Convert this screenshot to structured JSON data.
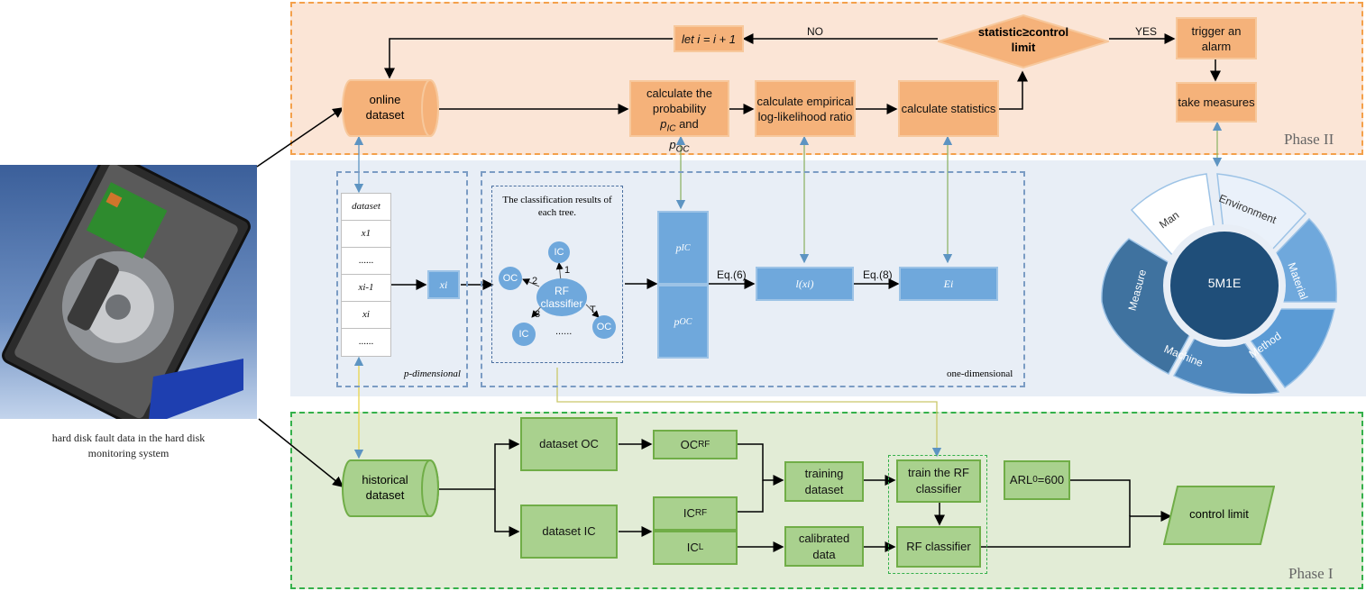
{
  "caption": "hard disk fault data in the hard disk monitoring system",
  "phase2": {
    "label": "Phase II",
    "let_i": "let i = i + 1",
    "no": "NO",
    "yes": "YES",
    "decision": "statistic≥control limit",
    "alarm": "trigger an alarm",
    "measures": "take measures",
    "online": "online dataset",
    "prob": "calculate the probability",
    "prob_and": "and",
    "p_ic": "p",
    "p_ic_sub": "IC",
    "p_oc": "p",
    "p_oc_sub": "OC",
    "llr": "calculate empirical log-likelihood ratio",
    "stats": "calculate statistics"
  },
  "middle": {
    "column": [
      "dataset",
      "x1",
      "......",
      "xi-1",
      "xi",
      "......"
    ],
    "xi_box": "xi",
    "p_dim": "p-dimensional",
    "one_dim": "one-dimensional",
    "tree_caption": "The classification results of each tree.",
    "rf": "RF classifier",
    "ic": "IC",
    "oc": "OC",
    "n1": "1",
    "n2": "2",
    "n3": "3",
    "nT": "T",
    "dots": "......",
    "pic": "p",
    "pic_sub": "IC",
    "poc": "p",
    "poc_sub": "OC",
    "eq6": "Eq.(6)",
    "eq8": "Eq.(8)",
    "lxi": "l(xi)",
    "ei": "Ei"
  },
  "wheel": {
    "center": "5M1E",
    "segments": [
      "Man",
      "Environment",
      "Material",
      "Method",
      "Machine",
      "Measure"
    ]
  },
  "phase1": {
    "label": "Phase I",
    "historical": "historical dataset",
    "dataset_oc": "dataset OC",
    "dataset_ic": "dataset IC",
    "oc_rf": "OC",
    "oc_rf_sub": "RF",
    "ic_rf": "IC",
    "ic_rf_sub": "RF",
    "ic_l": "IC",
    "ic_l_sub": "L",
    "training": "training dataset",
    "calibrated": "calibrated data",
    "train_rf": "train the RF classifier",
    "rf_classifier": "RF classifier",
    "arl": "ARL",
    "arl_sub": "0",
    "arl_val": "=600",
    "control": "control limit"
  },
  "colors": {
    "orange": "#f5b27a",
    "green": "#a9d18e",
    "blue": "#6fa8dc",
    "navy": "#1f4e79"
  }
}
